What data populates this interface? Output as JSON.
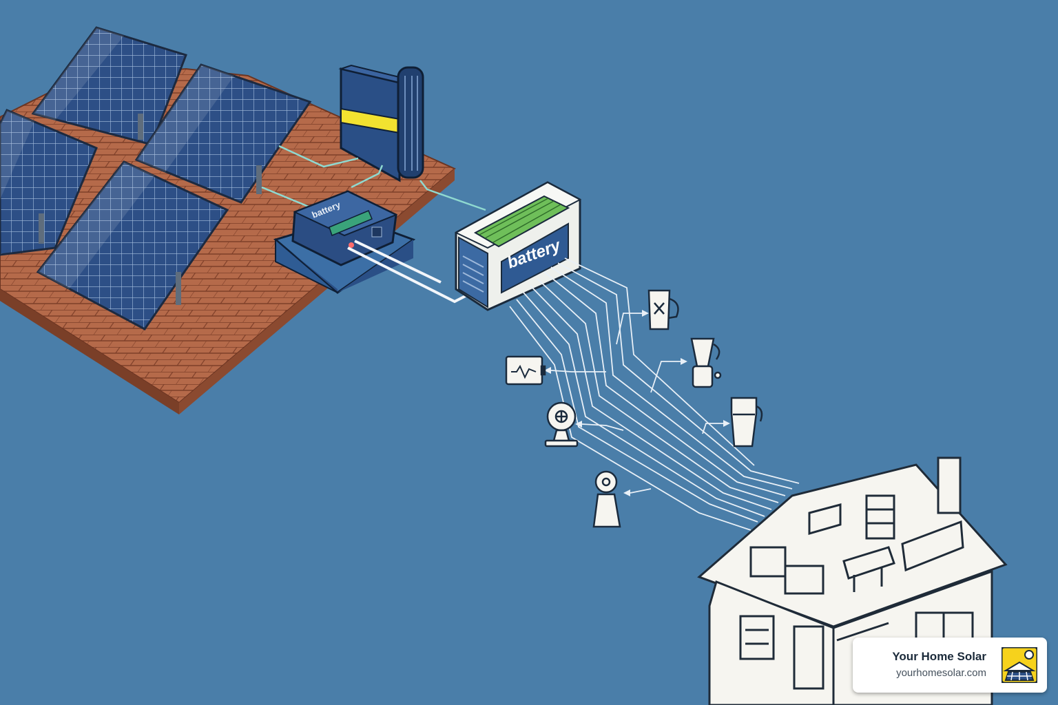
{
  "battery_label": "battery",
  "controller_label": "battery",
  "badge": {
    "name": "Your Home Solar",
    "url": "yourhomesolar.com"
  },
  "colors": {
    "background": "#4a7ea9",
    "roof": "#b56a4a",
    "panel": "#2c4f85",
    "battery_cells": "#6fbf5a",
    "inverter_stripe": "#f2e230",
    "line": "#eef3f8",
    "house": "#f6f5f0",
    "logo_yellow": "#f6d21c"
  },
  "icons": [
    "solar-panel-icon",
    "inverter-icon",
    "charge-controller-icon",
    "battery-icon",
    "kettle-icon",
    "blender-icon",
    "coffee-maker-icon",
    "monitor-icon",
    "fan-icon",
    "heater-icon",
    "house-icon",
    "solar-logo-icon"
  ]
}
